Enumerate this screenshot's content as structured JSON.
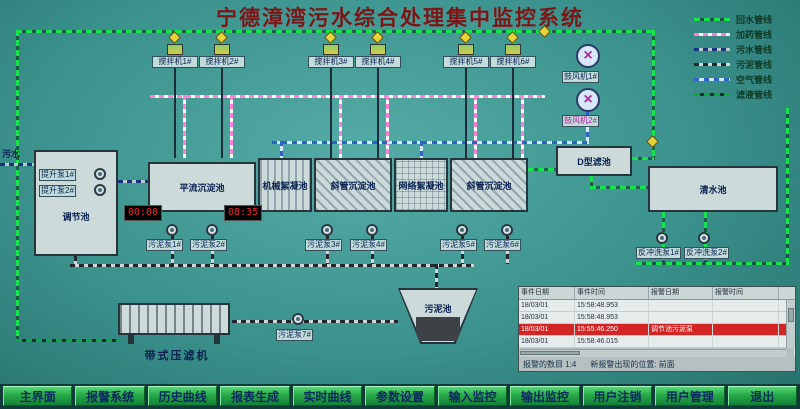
{
  "title": "宁德漳湾污水综合处理集中监控系统",
  "legend": {
    "items": [
      {
        "label": "回水管线",
        "color": "#17e44c"
      },
      {
        "label": "加药管线",
        "color": "#ff80d5"
      },
      {
        "label": "污水管线",
        "color": "#16337f"
      },
      {
        "label": "污泥管线",
        "color": "#23272b"
      },
      {
        "label": "空气管线",
        "color": "#cfe9ff"
      },
      {
        "label": "滤液管线",
        "color": "#0da844"
      }
    ]
  },
  "diagram": {
    "sewage_label": "污水",
    "tanks": {
      "regulating": "调节池",
      "horizontal_sed": "平流沉淀池",
      "mech_floc": "机械絮凝池",
      "inclined_sed_1": "斜管沉淀池",
      "grid_floc": "网络絮凝池",
      "inclined_sed_2": "斜管沉淀池",
      "d_filter": "D型滤池",
      "clear_water": "清水池",
      "sludge_pool": "污泥池",
      "belt_press": "带式压滤机"
    },
    "mixers": [
      {
        "label": "搅拌机1#"
      },
      {
        "label": "搅拌机2#"
      },
      {
        "label": "搅拌机3#"
      },
      {
        "label": "搅拌机4#"
      },
      {
        "label": "搅拌机5#"
      },
      {
        "label": "搅拌机6#"
      }
    ],
    "blowers": [
      {
        "label": "鼓风机1#"
      },
      {
        "label": "鼓风机2#"
      }
    ],
    "pumps": {
      "lift_1": "提升泵1#",
      "lift_2": "提升泵2#",
      "sludge_1": "污泥泵1#",
      "sludge_2": "污泥泵2#",
      "sludge_3": "污泥泵3#",
      "sludge_4": "污泥泵4#",
      "sludge_5": "污泥泵5#",
      "sludge_6": "污泥泵6#",
      "sludge_7": "污泥泵7#",
      "backwash_1": "反冲洗泵1#",
      "backwash_2": "反冲洗泵2#"
    },
    "timers": {
      "t1": "00:00",
      "t2": "08:35"
    }
  },
  "alarm_panel": {
    "headers": [
      "事件日期",
      "事件时间",
      "报警日期",
      "报警时间"
    ],
    "rows": [
      {
        "date": "18/03/01",
        "time": "15:58:48.953",
        "alarm_date": "",
        "alarm_time": ""
      },
      {
        "date": "18/03/01",
        "time": "15:58:48.953",
        "alarm_date": "",
        "alarm_time": ""
      },
      {
        "date": "18/03/01",
        "time": "15:55:46.250",
        "alarm_date": "调节池污泥泵",
        "alarm_time": ""
      },
      {
        "date": "18/03/01",
        "time": "15:58:46.015",
        "alarm_date": "",
        "alarm_time": ""
      }
    ],
    "footer_count": "报警的数目 1:4",
    "footer_position": "新报警出现的位置: 前面"
  },
  "nav": {
    "buttons": [
      "主界面",
      "报警系统",
      "历史曲线",
      "报表生成",
      "实时曲线",
      "参数设置",
      "输入监控",
      "输出监控",
      "用户注销",
      "用户管理",
      "退出"
    ]
  }
}
